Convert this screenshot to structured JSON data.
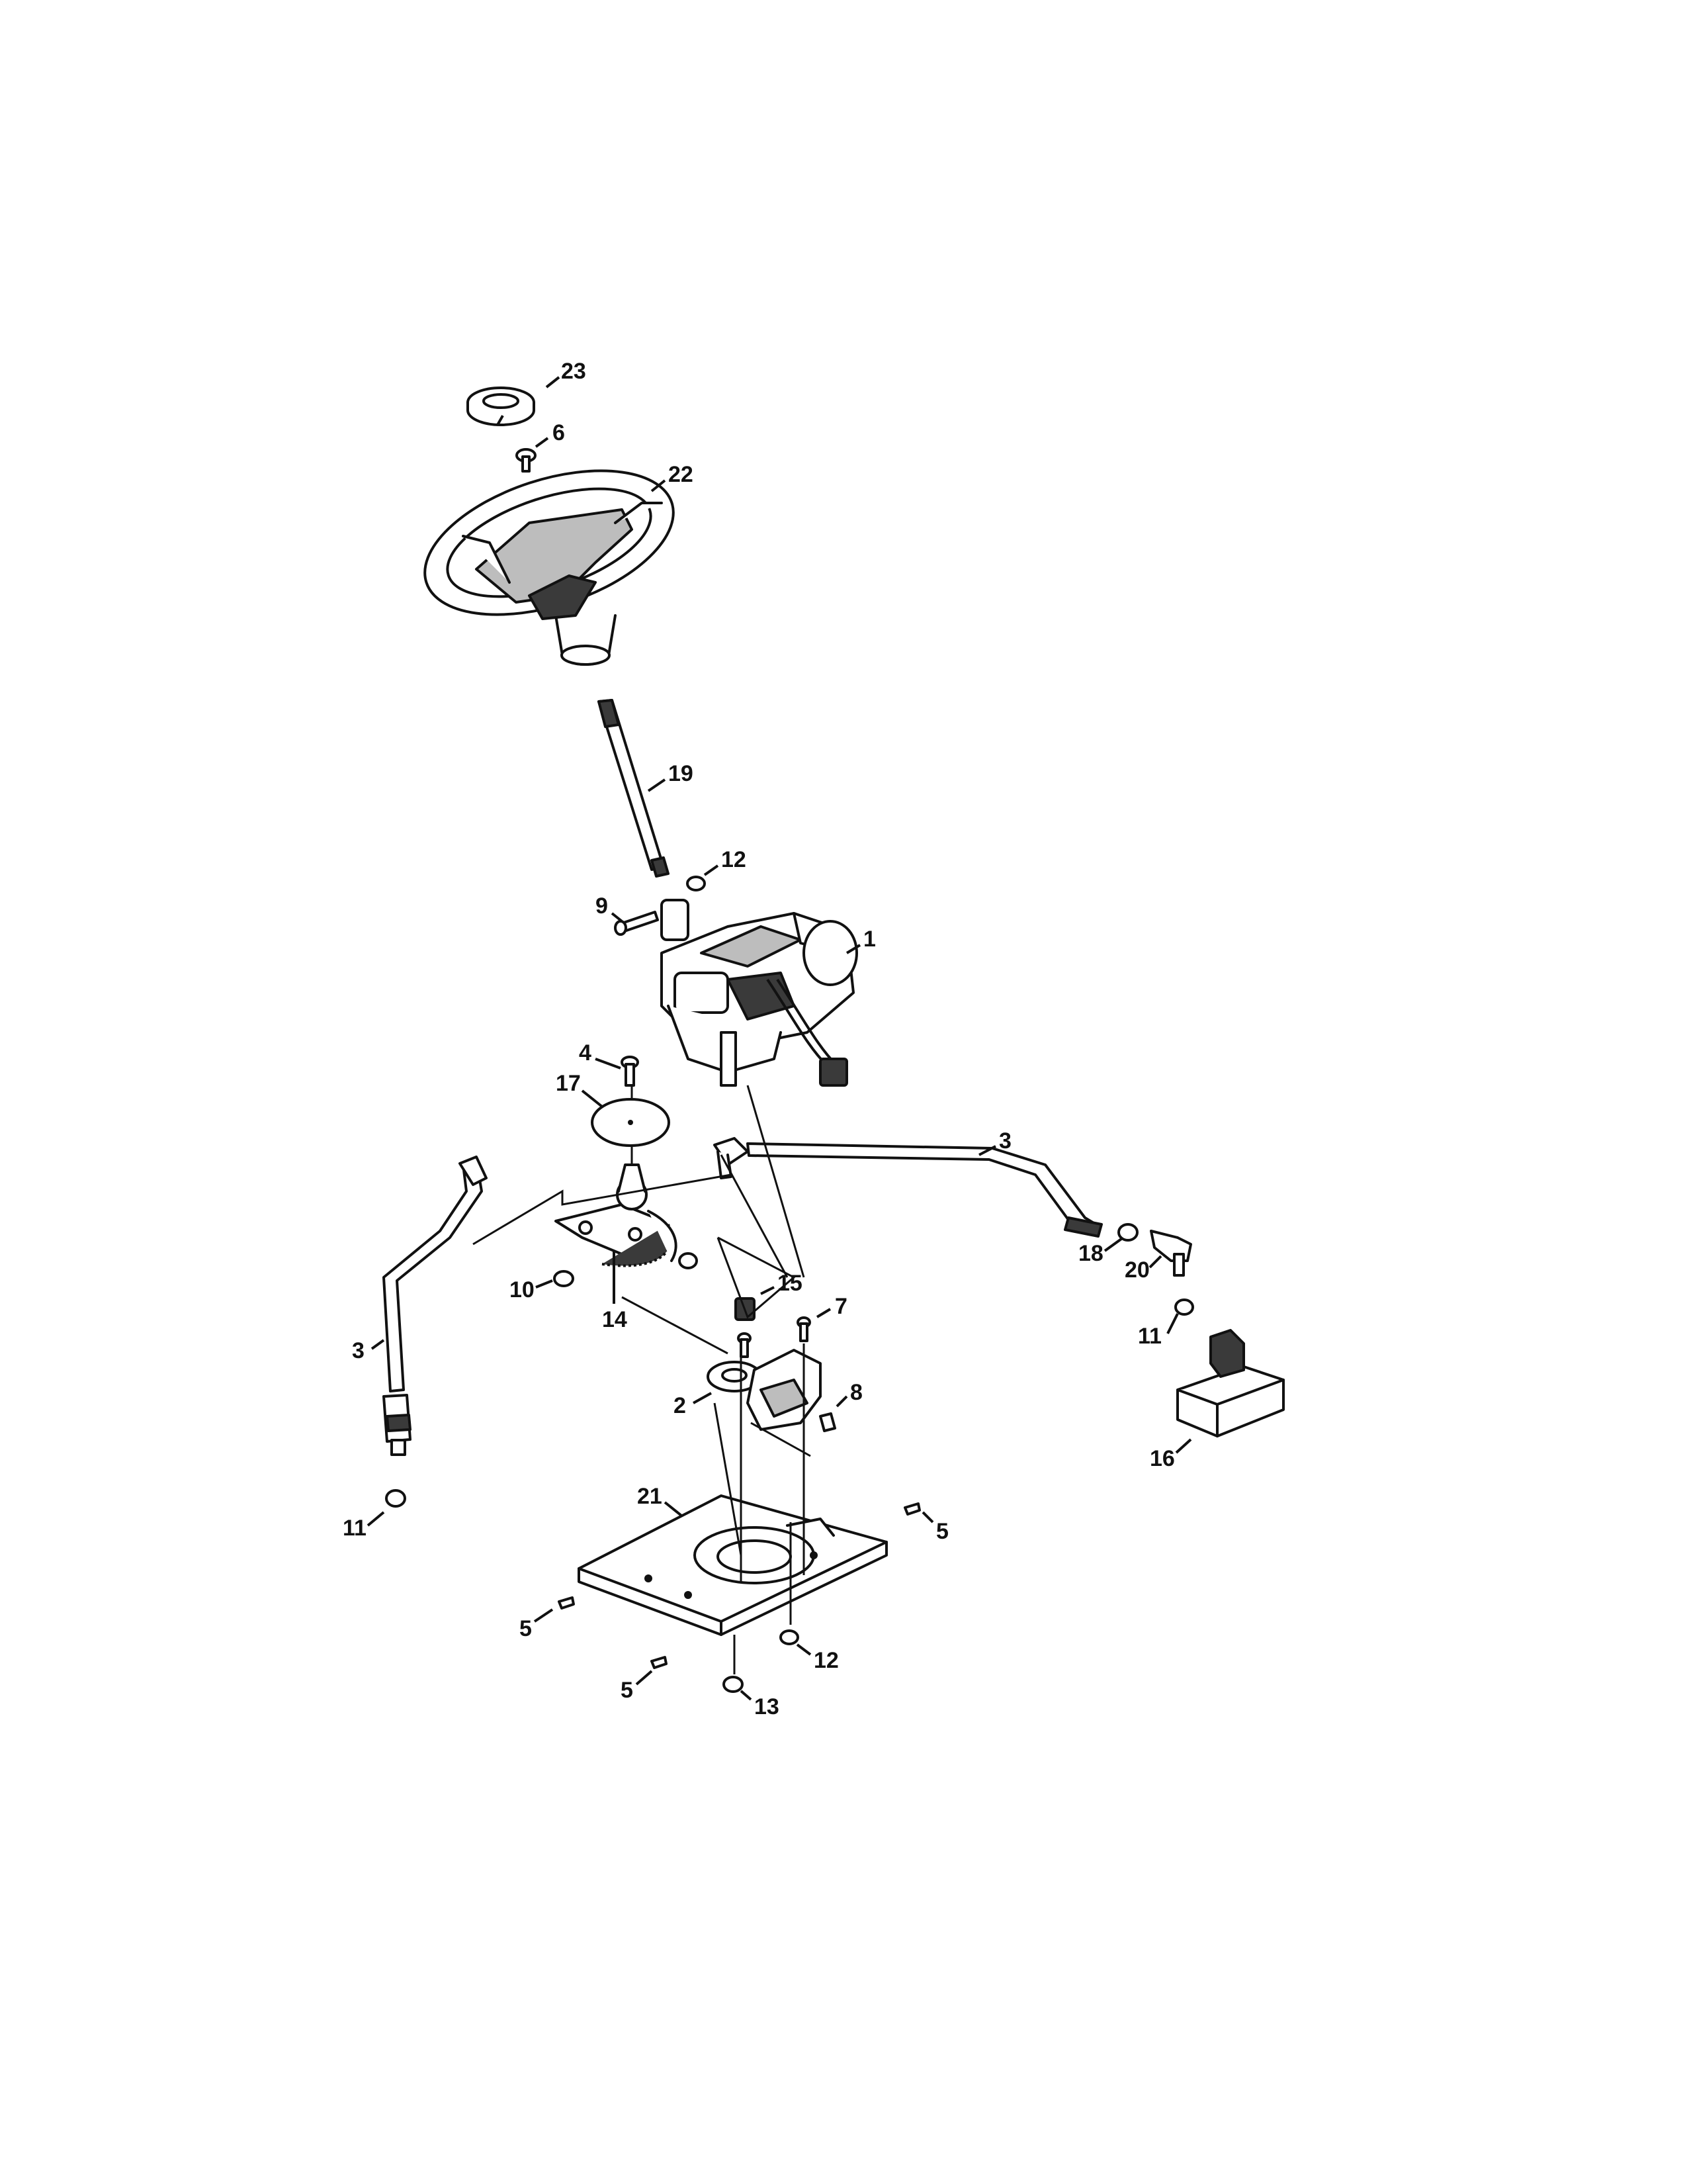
{
  "diagram": {
    "callouts": [
      {
        "id": "c23",
        "text": "23"
      },
      {
        "id": "c6",
        "text": "6"
      },
      {
        "id": "c22",
        "text": "22"
      },
      {
        "id": "c19",
        "text": "19"
      },
      {
        "id": "c12a",
        "text": "12"
      },
      {
        "id": "c9",
        "text": "9"
      },
      {
        "id": "c1",
        "text": "1"
      },
      {
        "id": "c4",
        "text": "4"
      },
      {
        "id": "c17",
        "text": "17"
      },
      {
        "id": "c3a",
        "text": "3"
      },
      {
        "id": "c18",
        "text": "18"
      },
      {
        "id": "c20",
        "text": "20"
      },
      {
        "id": "c10",
        "text": "10"
      },
      {
        "id": "c14",
        "text": "14"
      },
      {
        "id": "c15",
        "text": "15"
      },
      {
        "id": "c7",
        "text": "7"
      },
      {
        "id": "c11a",
        "text": "11"
      },
      {
        "id": "c3b",
        "text": "3"
      },
      {
        "id": "c2",
        "text": "2"
      },
      {
        "id": "c8",
        "text": "8"
      },
      {
        "id": "c16",
        "text": "16"
      },
      {
        "id": "c11b",
        "text": "11"
      },
      {
        "id": "c21",
        "text": "21"
      },
      {
        "id": "c5a",
        "text": "5"
      },
      {
        "id": "c5b",
        "text": "5"
      },
      {
        "id": "c12b",
        "text": "12"
      },
      {
        "id": "c5c",
        "text": "5"
      },
      {
        "id": "c13",
        "text": "13"
      }
    ]
  }
}
